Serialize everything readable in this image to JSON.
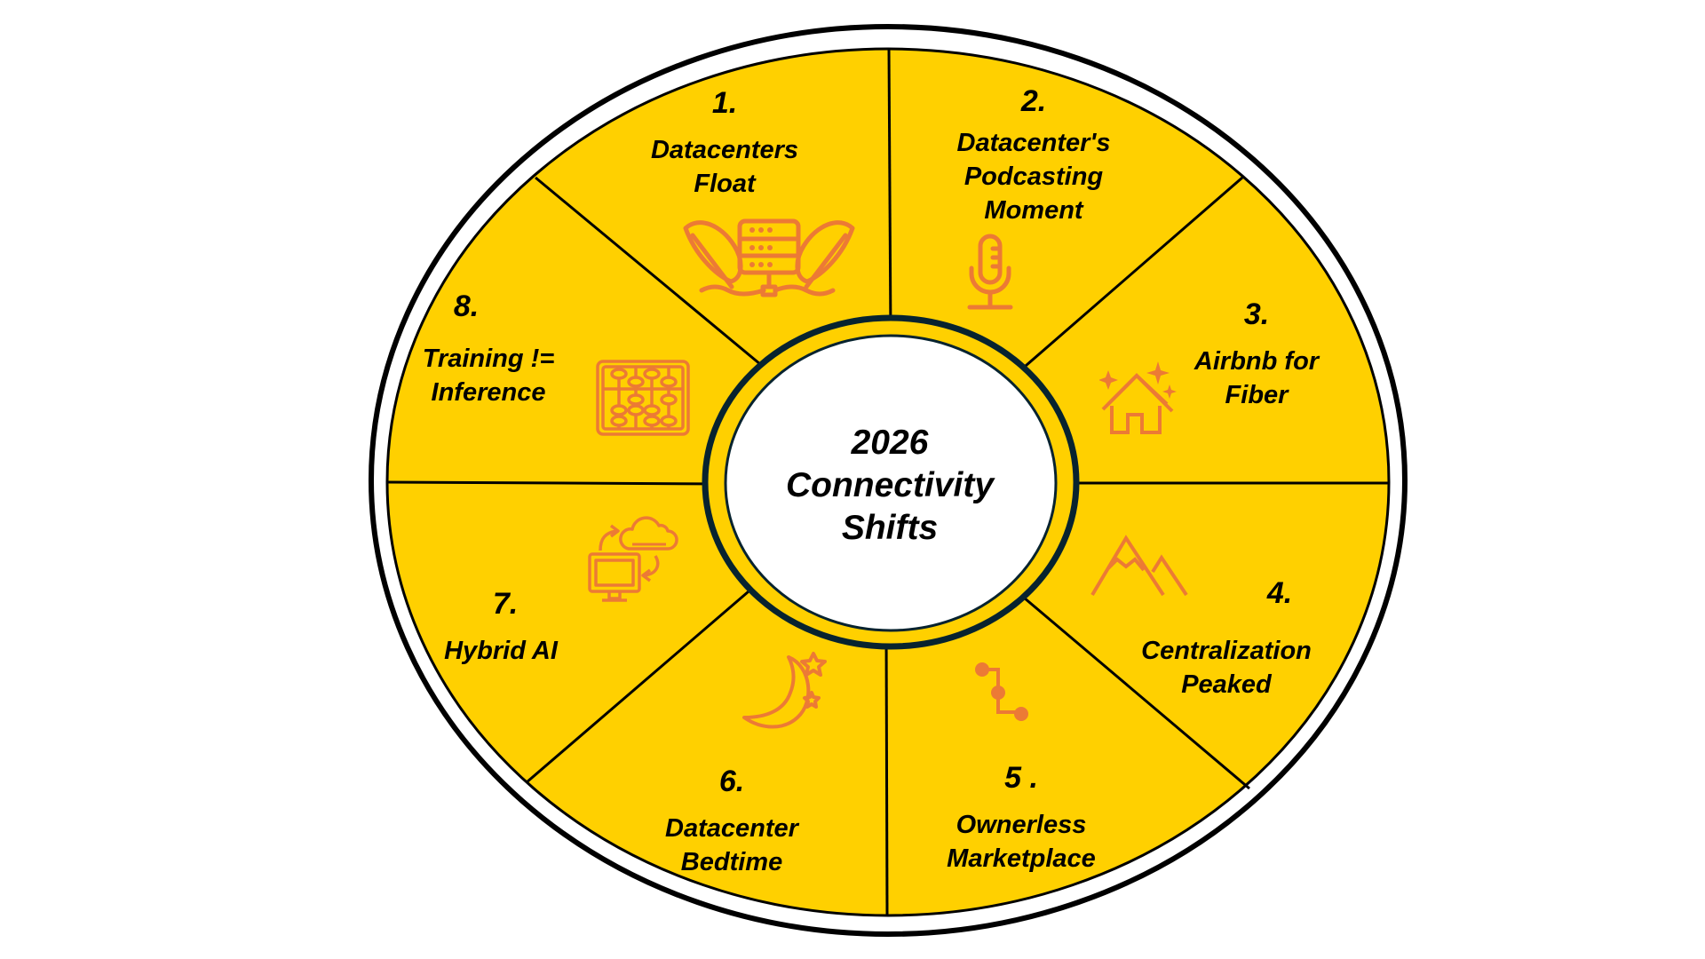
{
  "diagram": {
    "center_title": {
      "line1": "2026",
      "line2": "Connectivity",
      "line3": "Shifts"
    },
    "colors": {
      "segment_fill": "#FFD000",
      "icon_stroke": "#EC7A35",
      "outer_ring": "#000000",
      "inner_ring": "#07232F",
      "center_fill": "#FFFFFF",
      "text": "#000000"
    },
    "segments": [
      {
        "number": "1.",
        "line1": "Datacenters",
        "line2": "Float",
        "line3": "",
        "icon": "server-with-feathers-icon"
      },
      {
        "number": "2.",
        "line1": "Datacenter's",
        "line2": "Podcasting",
        "line3": "Moment",
        "icon": "microphone-icon"
      },
      {
        "number": "3.",
        "line1": "Airbnb for",
        "line2": "Fiber",
        "line3": "",
        "icon": "sparkling-house-icon"
      },
      {
        "number": "4.",
        "line1": "Centralization",
        "line2": "Peaked",
        "line3": "",
        "icon": "mountain-peaks-icon"
      },
      {
        "number": "5 .",
        "line1": "Ownerless",
        "line2": "Marketplace",
        "line3": "",
        "icon": "connected-nodes-path-icon"
      },
      {
        "number": "6.",
        "line1": "Datacenter",
        "line2": "Bedtime",
        "line3": "",
        "icon": "moon-and-stars-icon"
      },
      {
        "number": "7.",
        "line1": "Hybrid AI",
        "line2": "",
        "line3": "",
        "icon": "computer-cloud-sync-icon"
      },
      {
        "number": "8.",
        "line1": "Training !=",
        "line2": "Inference",
        "line3": "",
        "icon": "abacus-icon"
      }
    ]
  }
}
